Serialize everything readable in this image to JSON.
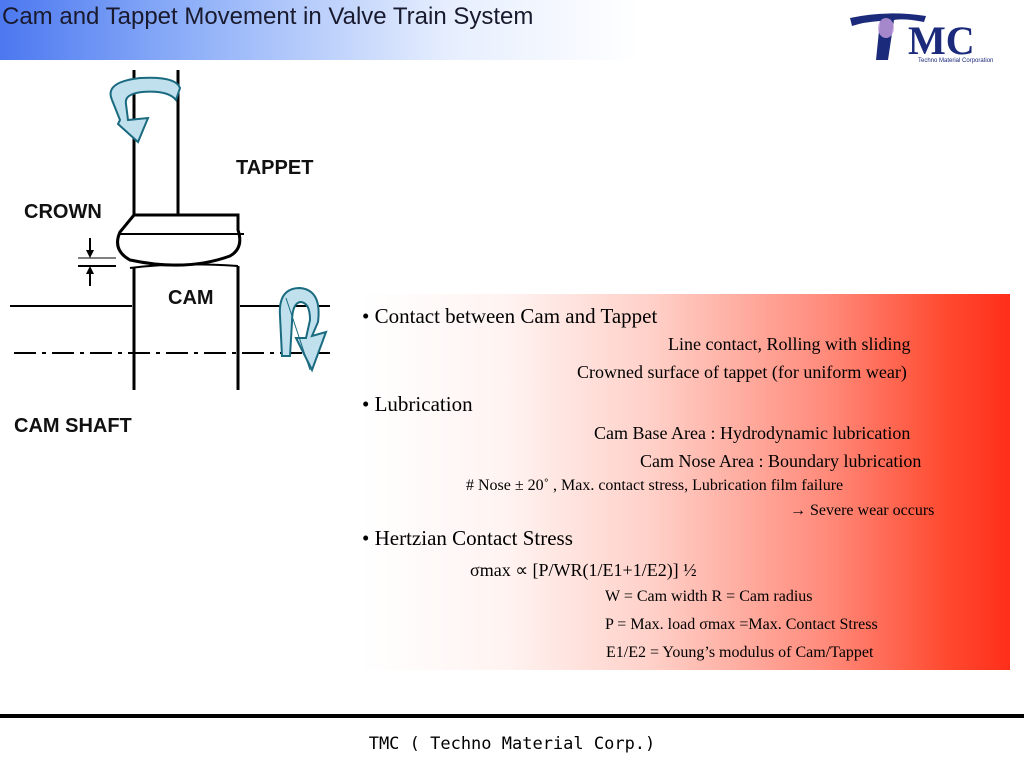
{
  "header": {
    "title": "Cam and Tappet Movement in Valve Train System"
  },
  "logo": {
    "text": "TMC",
    "subtitle": "Techno Material Corporation",
    "colors": {
      "primary": "#1b2a7a",
      "accent": "#c8a0e0"
    }
  },
  "diagram": {
    "labels": {
      "tappet": "TAPPET",
      "crown": "CROWN",
      "cam": "CAM",
      "cam_shaft": "CAM  SHAFT"
    },
    "icons": [
      "rotation-arrow-icon",
      "oscillation-arrow-icon"
    ]
  },
  "content": {
    "gradient_colors": [
      "#ffffff",
      "#ff2e1a"
    ],
    "bullet1": "• Contact between Cam and Tappet",
    "bullet1_line1": "Line contact,    Rolling with sliding",
    "bullet1_line2": "Crowned surface of tappet (for uniform wear)",
    "bullet2": "• Lubrication",
    "bullet2_line1": "Cam Base Area : Hydrodynamic lubrication",
    "bullet2_line2": "Cam Nose Area : Boundary lubrication",
    "bullet2_note": "#  Nose ± 20˚ ,  Max. contact stress, Lubrication film failure",
    "bullet2_result": "→ Severe wear occurs",
    "bullet3": "• Hertzian Contact Stress",
    "formula": "σmax ∝ [P/WR(1/E1+1/E2)] ½",
    "def1": "W = Cam width      R = Cam radius",
    "def2": "P = Max. load          σmax =Max. Contact Stress",
    "def3": "E1/E2 = Young’s modulus of  Cam/Tappet"
  },
  "footer": {
    "text": "TMC ( Techno Material Corp.)"
  }
}
